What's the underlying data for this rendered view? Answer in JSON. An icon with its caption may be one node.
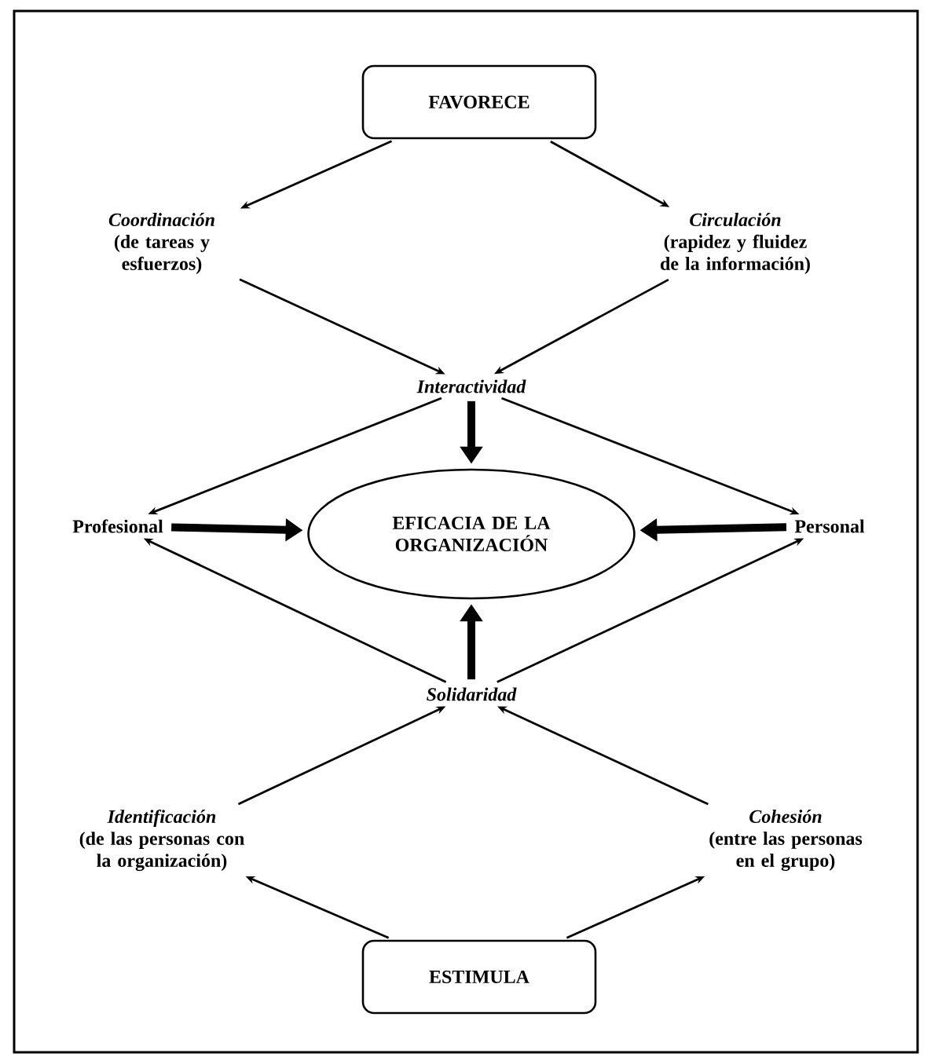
{
  "diagram": {
    "nodes": [
      {
        "text": [
          "FAVORECE"
        ]
      },
      {
        "text": [
          "Coordinación",
          "(de tareas y esfuerzos)"
        ]
      },
      {
        "text": [
          "Circulación",
          "(rapidez y fluidez de la información)"
        ]
      },
      {
        "text": [
          "Interactividad"
        ]
      },
      {
        "text": [
          "Profesional"
        ]
      },
      {
        "text": [
          "EFICACIA DE LA ORGANIZACIÓN"
        ]
      },
      {
        "text": [
          "Personal"
        ]
      },
      {
        "text": [
          "Solidaridad"
        ]
      },
      {
        "text": [
          "Identificación",
          "(de las personas con la organización)"
        ]
      },
      {
        "text": [
          "Cohesión",
          "(entre las personas en el grupo)"
        ]
      },
      {
        "text": [
          "ESTIMULA"
        ]
      }
    ],
    "edges": [
      {
        "from": 0,
        "to": 1,
        "arrow": "to"
      },
      {
        "from": 0,
        "to": 2,
        "arrow": "to"
      },
      {
        "from": 1,
        "to": 3,
        "arrow": "to"
      },
      {
        "from": 2,
        "to": 3,
        "arrow": "to"
      },
      {
        "from": 3,
        "to": 4,
        "arrow": "to"
      },
      {
        "from": 3,
        "to": 6,
        "arrow": "to"
      },
      {
        "from": 3,
        "to": 5,
        "arrow": "to",
        "style": "thick"
      },
      {
        "from": 4,
        "to": 5,
        "arrow": "to",
        "style": "thick"
      },
      {
        "from": 6,
        "to": 5,
        "arrow": "to",
        "style": "thick"
      },
      {
        "from": 7,
        "to": 5,
        "arrow": "to",
        "style": "thick"
      },
      {
        "from": 7,
        "to": 4,
        "arrow": "to"
      },
      {
        "from": 7,
        "to": 6,
        "arrow": "to"
      },
      {
        "from": 8,
        "to": 7,
        "arrow": "to"
      },
      {
        "from": 9,
        "to": 7,
        "arrow": "to"
      },
      {
        "from": 10,
        "to": 8,
        "arrow": "to"
      },
      {
        "from": 10,
        "to": 9,
        "arrow": "to"
      }
    ]
  }
}
